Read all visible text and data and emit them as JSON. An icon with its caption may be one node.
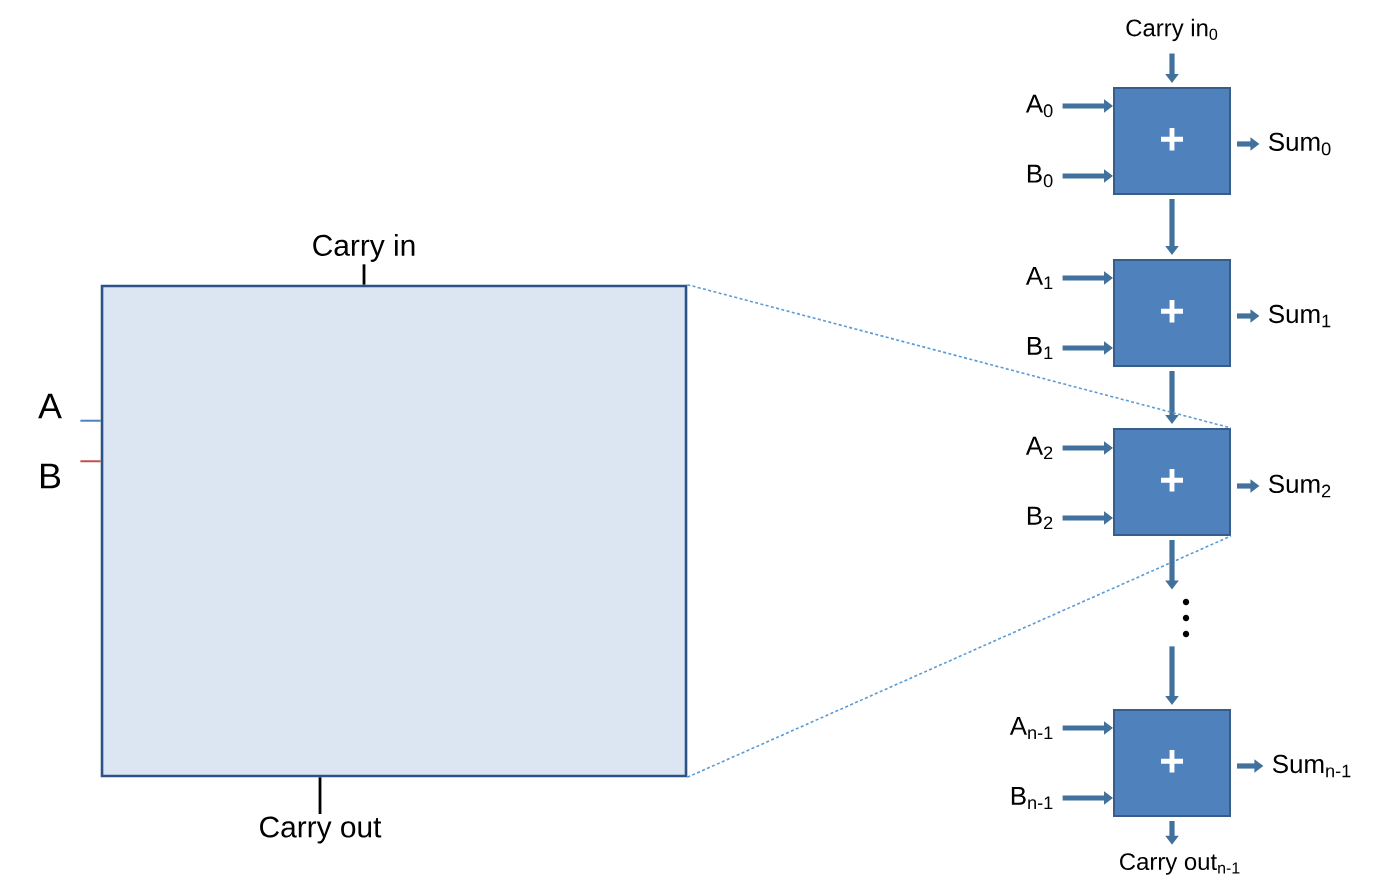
{
  "diagram": {
    "nodes": [
      {
        "text": [
          "Carry in$_{0}$"
        ]
      },
      {
        "text": [
          "+"
        ]
      },
      {
        "text": [
          "A$_{0}$"
        ]
      },
      {
        "text": [
          "B$_{0}$"
        ]
      },
      {
        "text": [
          "Sum$_{0}$"
        ]
      },
      {
        "text": [
          "Carry in"
        ]
      },
      {
        "text": [
          "+"
        ]
      },
      {
        "text": [
          "A$_{1}$"
        ]
      },
      {
        "text": [
          "B$_{1}$"
        ]
      },
      {
        "text": [
          "Sum$_{1}$"
        ]
      },
      {
        "text": [],
        "shape": "box"
      },
      {
        "text": [
          "A"
        ]
      },
      {
        "text": [
          "B"
        ]
      },
      {
        "text": [
          "+"
        ]
      },
      {
        "text": [
          "A$_{2}$"
        ]
      },
      {
        "text": [
          "B$_{2}$"
        ]
      },
      {
        "text": [
          "Sum$_{2}$"
        ]
      },
      {
        "text": [],
        "shape": "dots"
      },
      {
        "text": [
          "+"
        ]
      },
      {
        "text": [
          "A$_{n-1}$"
        ]
      },
      {
        "text": [
          "B$_{n-1}$"
        ]
      },
      {
        "text": [
          "Sum$_{n-1}$"
        ]
      },
      {
        "text": [
          "Carry out"
        ]
      },
      {
        "text": [
          "Carry out$_{n-1}$"
        ]
      }
    ],
    "edges": [
      {
        "from": 0,
        "to": 1,
        "arrow": "to"
      },
      {
        "from": 2,
        "to": 1,
        "arrow": "to"
      },
      {
        "from": 3,
        "to": 1,
        "arrow": "to"
      },
      {
        "from": 1,
        "to": 4,
        "arrow": "to"
      },
      {
        "from": 1,
        "to": 6,
        "arrow": "to"
      },
      {
        "from": 7,
        "to": 6,
        "arrow": "to"
      },
      {
        "from": 8,
        "to": 6,
        "arrow": "to"
      },
      {
        "from": 6,
        "to": 9,
        "arrow": "to"
      },
      {
        "from": 6,
        "to": 13,
        "arrow": "to"
      },
      {
        "from": 5,
        "to": 10,
        "arrow": "none",
        "color": "#000000"
      },
      {
        "from": 11,
        "to": 10,
        "arrow": "none",
        "color": "#4f81bd"
      },
      {
        "from": 12,
        "to": 10,
        "arrow": "none",
        "color": "#c0504d"
      },
      {
        "from": 14,
        "to": 13,
        "arrow": "to"
      },
      {
        "from": 15,
        "to": 13,
        "arrow": "to"
      },
      {
        "from": 13,
        "to": 16,
        "arrow": "to"
      },
      {
        "from": 10,
        "to": 13,
        "arrow": "none",
        "style": "dashed",
        "color": "#5b9bd5"
      },
      {
        "from": 10,
        "to": 13,
        "arrow": "none",
        "style": "dashed",
        "color": "#5b9bd5"
      },
      {
        "from": 13,
        "to": 17,
        "arrow": "to"
      },
      {
        "from": 17,
        "to": 18,
        "arrow": "to"
      },
      {
        "from": 19,
        "to": 18,
        "arrow": "to"
      },
      {
        "from": 20,
        "to": 18,
        "arrow": "to"
      },
      {
        "from": 18,
        "to": 21,
        "arrow": "to"
      },
      {
        "from": 10,
        "to": 22,
        "arrow": "none",
        "color": "#000000"
      },
      {
        "from": 18,
        "to": 23,
        "arrow": "to"
      }
    ]
  }
}
